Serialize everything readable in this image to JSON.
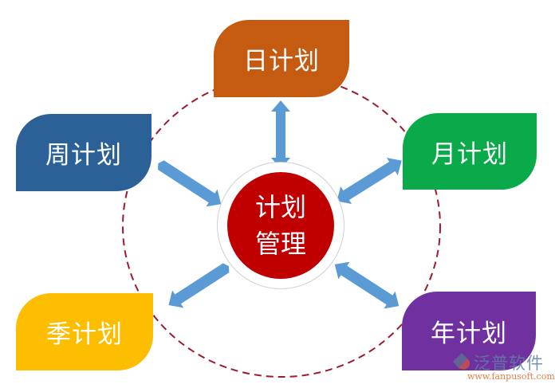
{
  "diagram": {
    "center": {
      "line1": "计划",
      "line2": "管理",
      "color": "#c00000"
    },
    "nodes": [
      {
        "id": "day",
        "label": "日计划",
        "color": "#c55a11",
        "position": "top"
      },
      {
        "id": "week",
        "label": "周计划",
        "color": "#2b6196",
        "position": "upper-left"
      },
      {
        "id": "month",
        "label": "月计划",
        "color": "#0aa94a",
        "position": "upper-right"
      },
      {
        "id": "season",
        "label": "季计划",
        "color": "#fdbd00",
        "position": "lower-left"
      },
      {
        "id": "year",
        "label": "年计划",
        "color": "#7030a0",
        "position": "lower-right"
      }
    ],
    "arrow_color": "#5b9bd5",
    "ring_color": "#9b1b30"
  },
  "watermark": {
    "brand": "泛普软件",
    "url": "www.fanpusoft.com"
  }
}
